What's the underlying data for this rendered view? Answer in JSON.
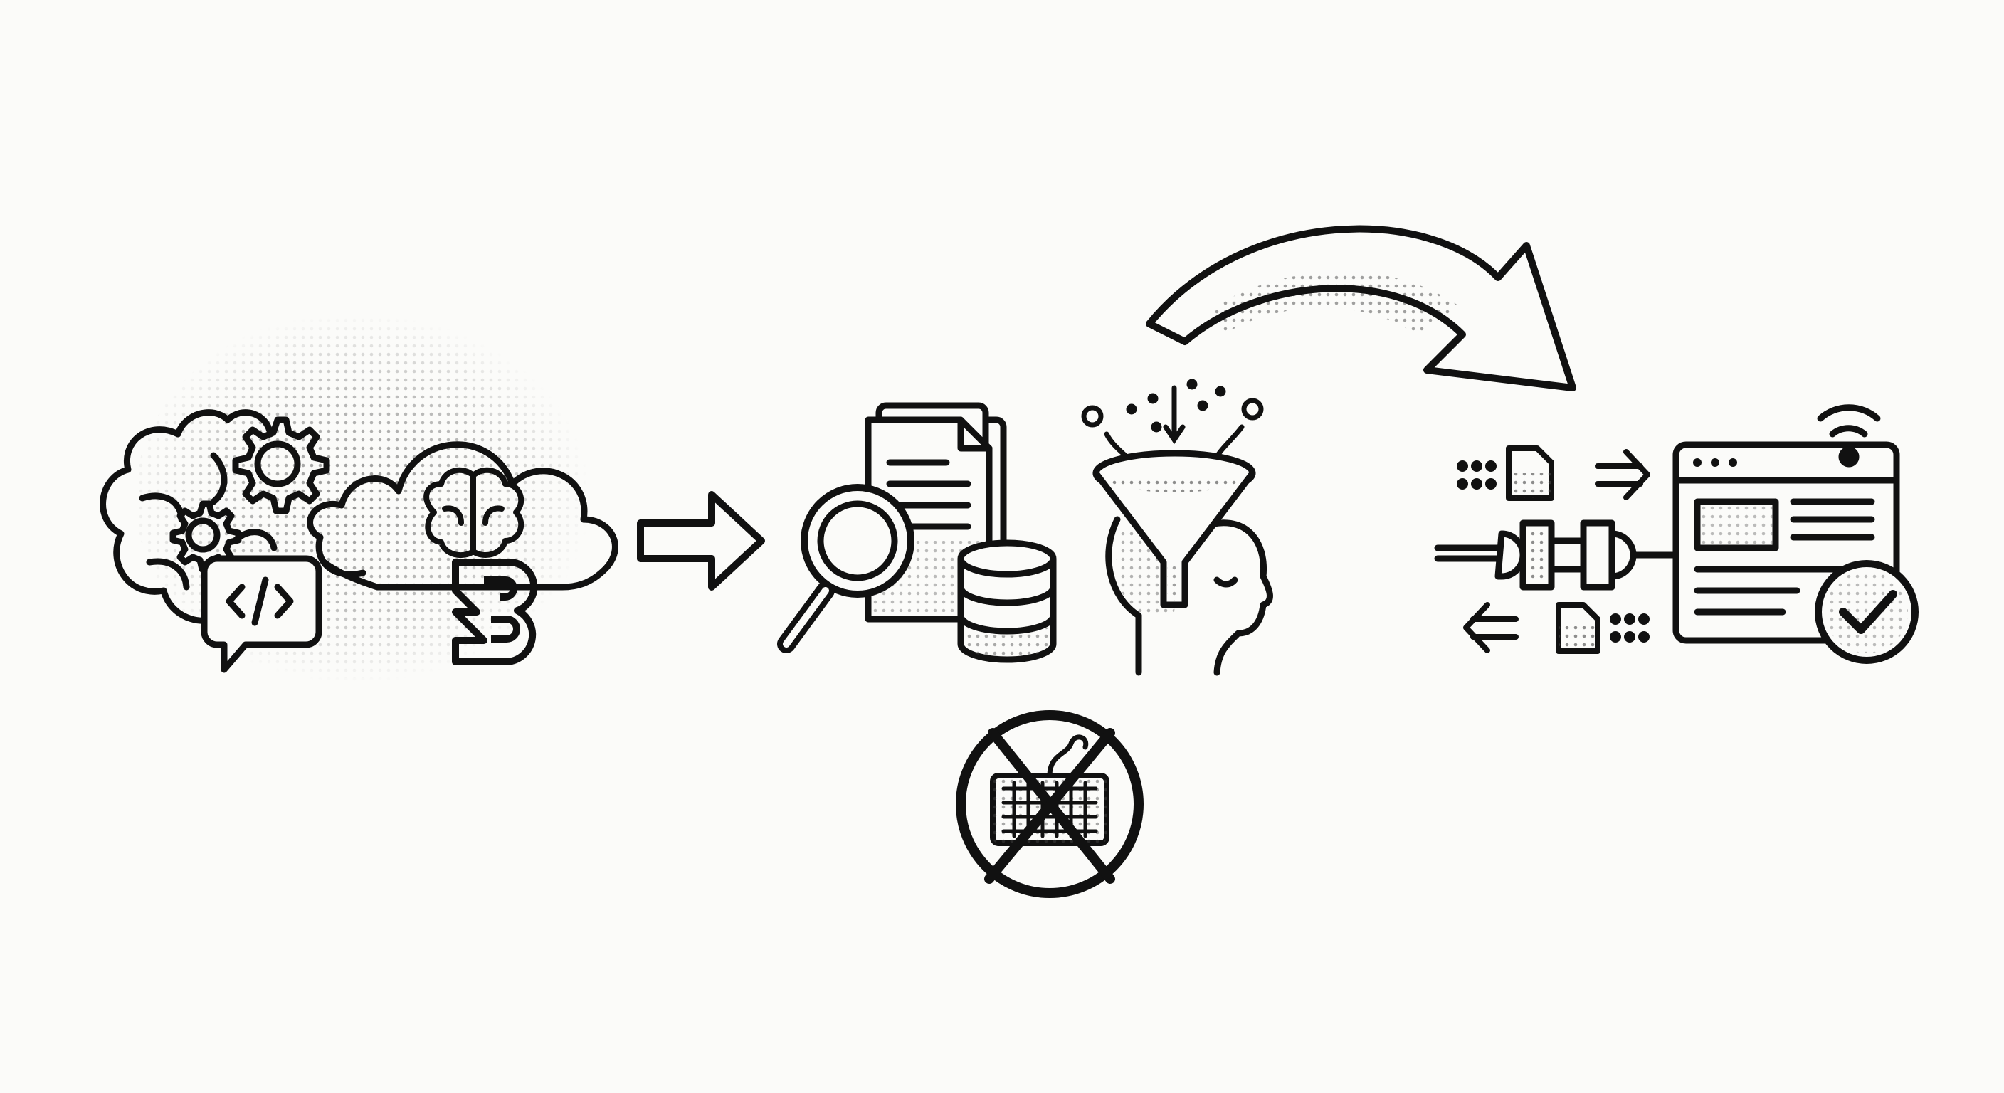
{
  "diagram": {
    "steps": [
      {
        "id": "ai-cloud",
        "icons": [
          "brain-icon",
          "gear-icon",
          "code-bubble-icon",
          "cloud-icon",
          "logo-b-icon"
        ]
      },
      {
        "id": "research",
        "icons": [
          "document-stack-icon",
          "magnifier-icon",
          "database-icon"
        ]
      },
      {
        "id": "focus",
        "icons": [
          "funnel-icon",
          "head-profile-icon"
        ]
      },
      {
        "id": "no-manual-input",
        "icons": [
          "no-keyboard-icon"
        ]
      },
      {
        "id": "integration",
        "icons": [
          "plug-icon",
          "file-icon",
          "browser-window-icon",
          "wifi-icon",
          "check-circle-icon"
        ]
      }
    ],
    "connectors": [
      "arrow-right",
      "curved-arrow"
    ],
    "colors": {
      "stroke": "#111111",
      "background": "#fbfbf9",
      "halftone": "#444444"
    }
  }
}
